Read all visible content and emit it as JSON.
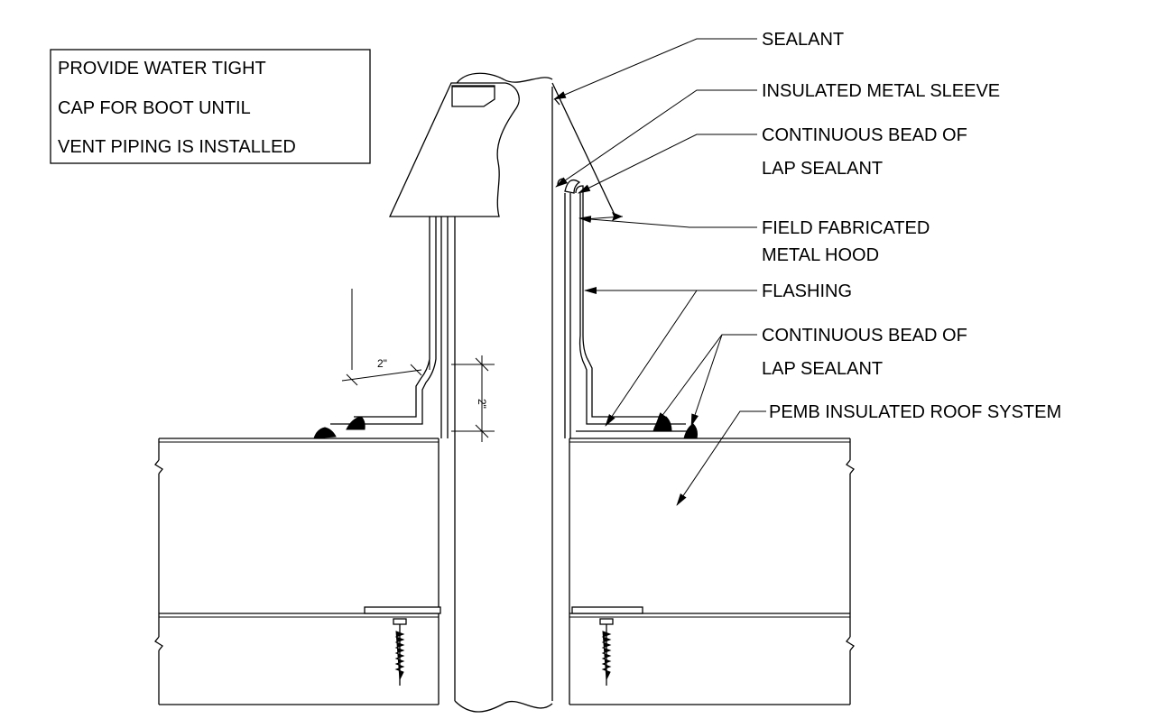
{
  "note": {
    "lines": [
      "PROVIDE WATER TIGHT",
      "CAP FOR BOOT UNTIL",
      "VENT PIPING IS INSTALLED"
    ]
  },
  "callouts": {
    "sealant": [
      "SEALANT"
    ],
    "insulated_metal_sleeve": [
      "INSULATED METAL SLEEVE"
    ],
    "lap_sealant_top": [
      "CONTINUOUS BEAD OF",
      "LAP SEALANT"
    ],
    "metal_hood": [
      "FIELD FABRICATED",
      "METAL HOOD"
    ],
    "flashing": [
      "FLASHING"
    ],
    "lap_sealant_bottom": [
      "CONTINUOUS BEAD OF",
      "LAP SEALANT"
    ],
    "roof_system": [
      "PEMB INSULATED ROOF SYSTEM"
    ]
  },
  "dimensions": {
    "horizontal": "2\"",
    "vertical": "2\""
  }
}
